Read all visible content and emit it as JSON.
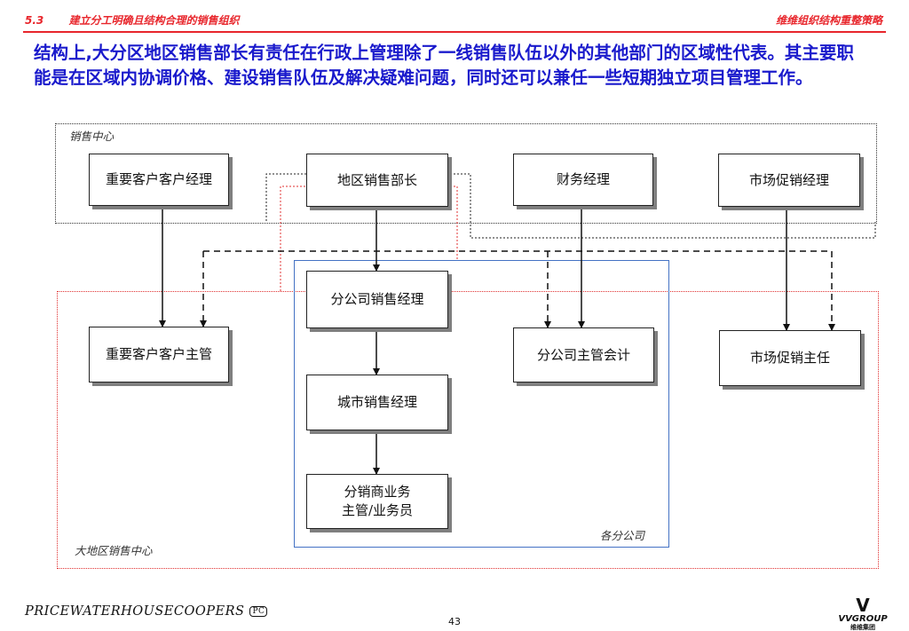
{
  "header": {
    "section_number": "5.3",
    "section_title": "建立分工明确且结构合理的销售组织",
    "deck_title": "维维组织结构重整策略"
  },
  "intro_text": "结构上,大分区地区销售部长有责任在行政上管理除了一线销售队伍以外的其他部门的区域性代表。其主要职能是在区域内协调价格、建设销售队伍及解决疑难问题，同时还可以兼任一些短期独立项目管理工作。",
  "regions": {
    "sales_center": "销售中心",
    "big_region": "大地区销售中心",
    "branch": "各分公司"
  },
  "boxes": {
    "key_account_manager": "重要客户客户经理",
    "regional_sales_director": "地区销售部长",
    "finance_manager": "财务经理",
    "marketing_promotion_manager": "市场促销经理",
    "key_account_supervisor": "重要客户客户主管",
    "branch_sales_manager": "分公司销售经理",
    "branch_chief_accountant": "分公司主管会计",
    "marketing_promotion_director": "市场促销主任",
    "city_sales_manager": "城市销售经理",
    "distributor_supervisor": "分销商业务\n主管/业务员"
  },
  "footer": {
    "company_logo": "PRICEWATERHOUSECOOPERS",
    "company_logo_badge": "PC",
    "page_number": "43",
    "client_logo": "VVGROUP",
    "client_logo_sub": "维维集团"
  },
  "colors": {
    "header_red": "#e8262c",
    "intro_blue": "#1a1acc",
    "branch_border": "#4472c4",
    "region_red_dotted": "#e03030"
  }
}
